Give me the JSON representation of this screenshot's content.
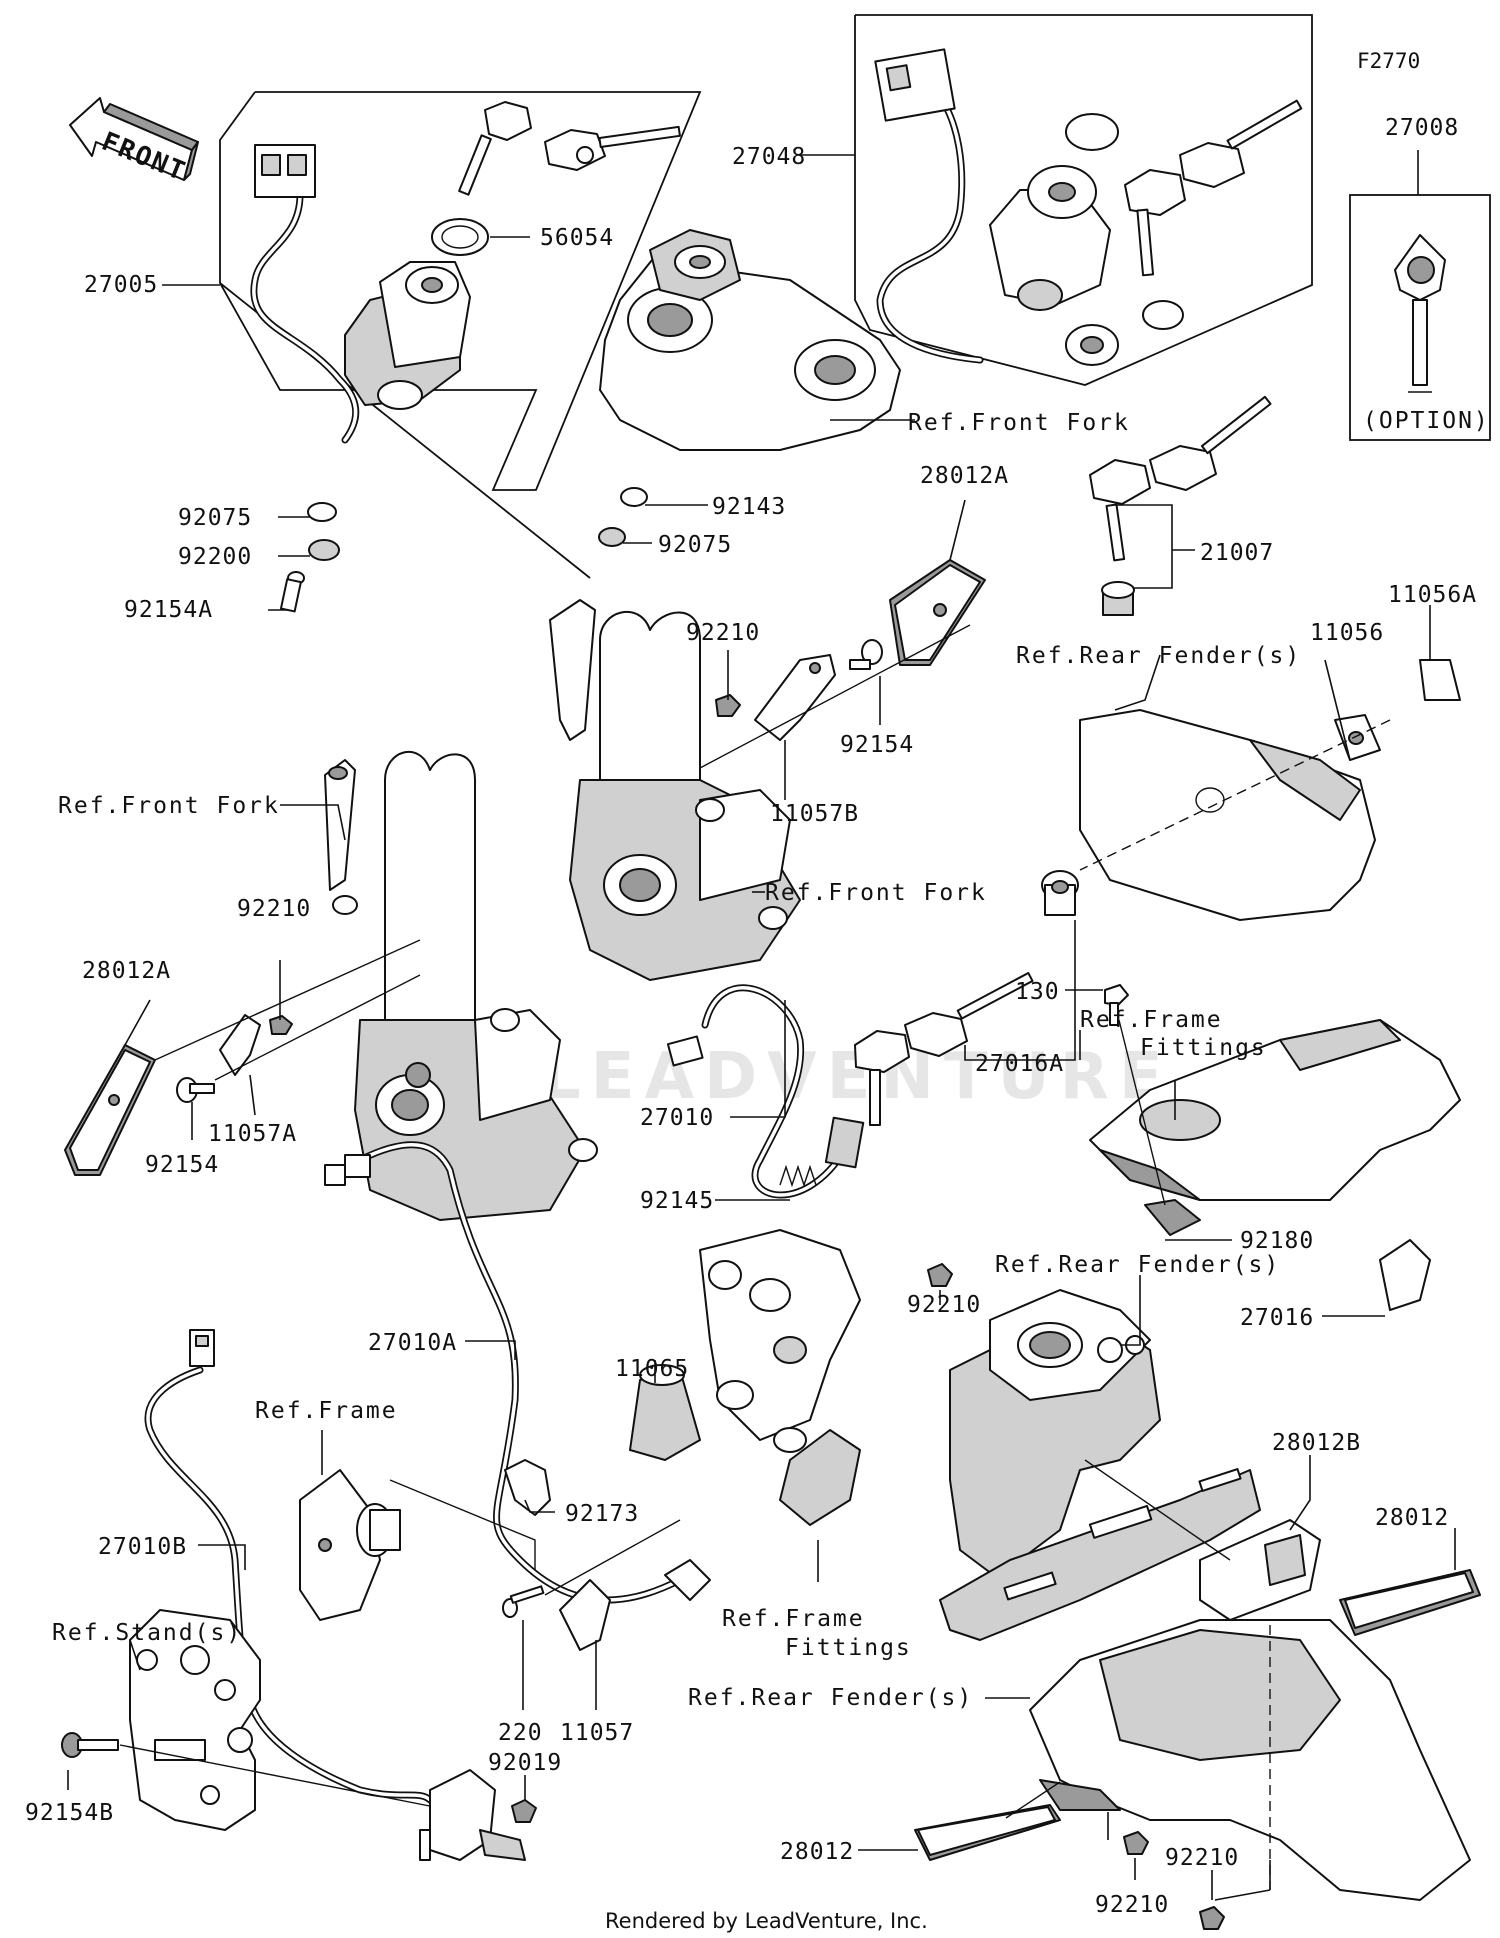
{
  "figure_code": "F2770",
  "front_arrow_text": "FRONT",
  "watermark": "LEADVENTURE",
  "caption": "Rendered by LeadVenture, Inc.",
  "option_label": "(OPTION)",
  "parts": [
    {
      "id": "p27005",
      "number": "27005"
    },
    {
      "id": "p56054",
      "number": "56054"
    },
    {
      "id": "p92075a",
      "number": "92075"
    },
    {
      "id": "p92200",
      "number": "92200"
    },
    {
      "id": "p92154a",
      "number": "92154A"
    },
    {
      "id": "p92143",
      "number": "92143"
    },
    {
      "id": "p92075b",
      "number": "92075"
    },
    {
      "id": "p27048",
      "number": "27048"
    },
    {
      "id": "p27008",
      "number": "27008"
    },
    {
      "id": "p21007",
      "number": "21007"
    },
    {
      "id": "p28012Atop",
      "number": "28012A"
    },
    {
      "id": "p92210a",
      "number": "92210"
    },
    {
      "id": "p92154top",
      "number": "92154"
    },
    {
      "id": "p11057B",
      "number": "11057B"
    },
    {
      "id": "p11056",
      "number": "11056"
    },
    {
      "id": "p11056A",
      "number": "11056A"
    },
    {
      "id": "p92210b",
      "number": "92210"
    },
    {
      "id": "p28012Aleft",
      "number": "28012A"
    },
    {
      "id": "p92154left",
      "number": "92154"
    },
    {
      "id": "p11057A",
      "number": "11057A"
    },
    {
      "id": "p27016A",
      "number": "27016A"
    },
    {
      "id": "p130",
      "number": "130"
    },
    {
      "id": "p27010",
      "number": "27010"
    },
    {
      "id": "p92145",
      "number": "92145"
    },
    {
      "id": "p92180",
      "number": "92180"
    },
    {
      "id": "p27016",
      "number": "27016"
    },
    {
      "id": "p27010A",
      "number": "27010A"
    },
    {
      "id": "p11065",
      "number": "11065"
    },
    {
      "id": "p92210c",
      "number": "92210"
    },
    {
      "id": "p28012B",
      "number": "28012B"
    },
    {
      "id": "p28012r",
      "number": "28012"
    },
    {
      "id": "p92173",
      "number": "92173"
    },
    {
      "id": "p27010B",
      "number": "27010B"
    },
    {
      "id": "p220",
      "number": "220"
    },
    {
      "id": "p11057",
      "number": "11057"
    },
    {
      "id": "p92019",
      "number": "92019"
    },
    {
      "id": "p92154B",
      "number": "92154B"
    },
    {
      "id": "p28012b",
      "number": "28012"
    },
    {
      "id": "p92210d",
      "number": "92210"
    },
    {
      "id": "p92210e",
      "number": "92210"
    }
  ],
  "refs": [
    {
      "id": "rFrontFork1",
      "text": "Ref.Front Fork"
    },
    {
      "id": "rRearFender1",
      "text": "Ref.Rear Fender(s)"
    },
    {
      "id": "rFrontFork2",
      "text": "Ref.Front Fork"
    },
    {
      "id": "rFrontFork3",
      "text": "Ref.Front Fork"
    },
    {
      "id": "rFrameFittings1a",
      "text": "Ref.Frame"
    },
    {
      "id": "rFrameFittings1b",
      "text": "Fittings"
    },
    {
      "id": "rRearFender2",
      "text": "Ref.Rear Fender(s)"
    },
    {
      "id": "rFrame",
      "text": "Ref.Frame"
    },
    {
      "id": "rFrameFittings2a",
      "text": "Ref.Frame"
    },
    {
      "id": "rFrameFittings2b",
      "text": "Fittings"
    },
    {
      "id": "rStand",
      "text": "Ref.Stand(s)"
    },
    {
      "id": "rRearFender3",
      "text": "Ref.Rear Fender(s)"
    }
  ]
}
